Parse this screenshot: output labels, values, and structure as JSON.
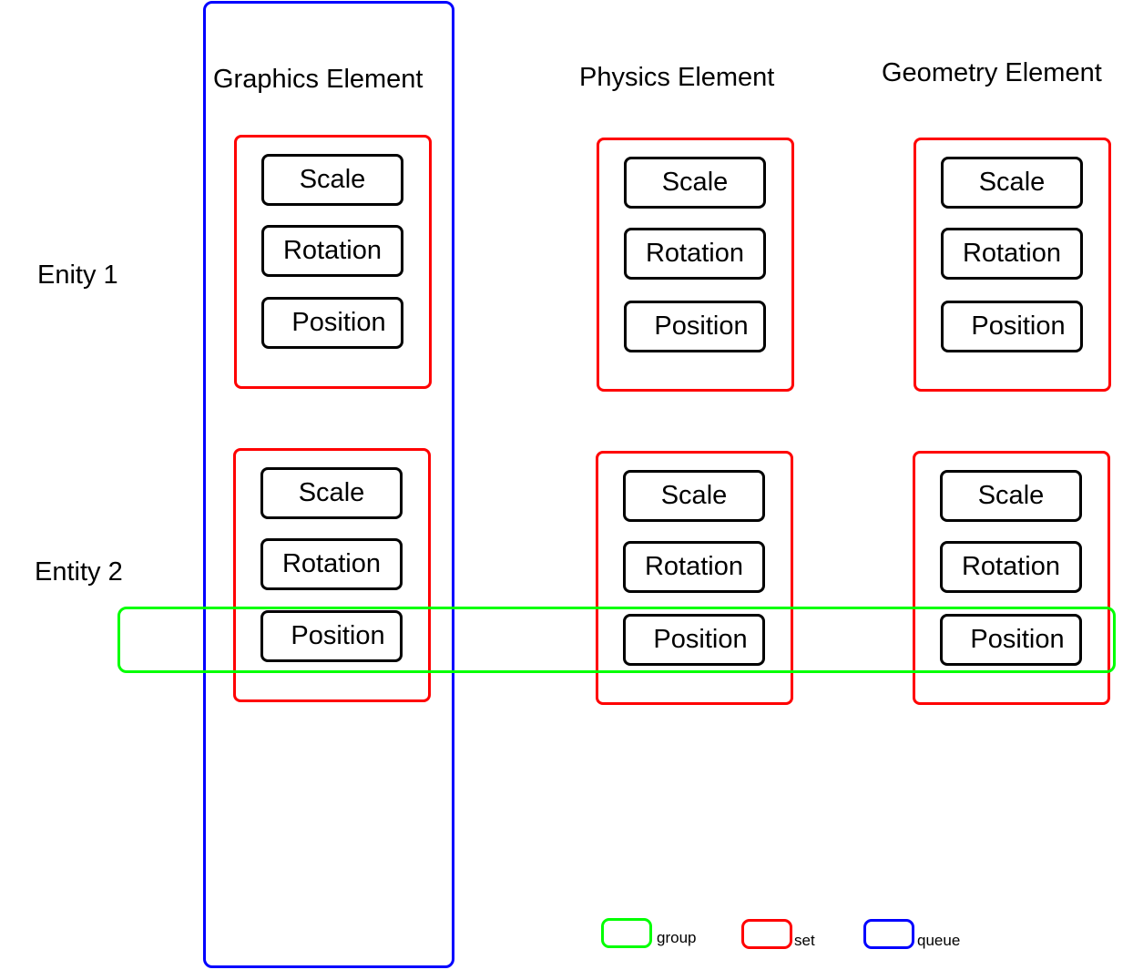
{
  "columns": [
    {
      "title": "Graphics Element"
    },
    {
      "title": "Physics Element"
    },
    {
      "title": "Geometry Element"
    }
  ],
  "rows": [
    {
      "label": "Enity 1"
    },
    {
      "label": "Entity 2"
    }
  ],
  "components": [
    "Scale",
    "Rotation",
    "Position"
  ],
  "legend": [
    {
      "label": "group",
      "color": "#00ff00"
    },
    {
      "label": "set",
      "color": "#ff0000"
    },
    {
      "label": "queue",
      "color": "#0000ff"
    }
  ],
  "colors": {
    "group": "#00ff00",
    "set": "#ff0000",
    "queue": "#0000ff",
    "component": "#000000"
  }
}
